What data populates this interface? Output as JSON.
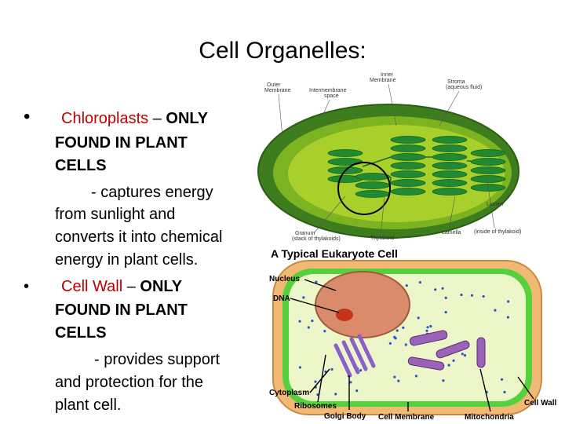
{
  "slide": {
    "title": "Cell Organelles:",
    "bullets": [
      {
        "term": "Chloroplasts",
        "dash": " – ",
        "qualifier_first": "ONLY",
        "qualifier_lines": [
          "FOUND IN PLANT",
          "CELLS"
        ],
        "description_lines": [
          "- captures energy",
          "from sunlight and",
          "converts it into chemical",
          "energy in plant cells."
        ]
      },
      {
        "term": "Cell Wall",
        "dash": " – ",
        "qualifier_first": "ONLY",
        "qualifier_lines": [
          "FOUND IN PLANT",
          "CELLS"
        ],
        "description_lines": [
          "- provides support",
          "and protection for the",
          "plant cell."
        ]
      }
    ]
  },
  "chloroplast_figure": {
    "labels": {
      "inner_membrane": [
        "Inner",
        "Membrane"
      ],
      "outer_membrane": [
        "Outer",
        "Membrane"
      ],
      "intermembrane_space": [
        "Intermembrane",
        "space"
      ],
      "stroma": [
        "Stroma",
        "(aqueous fluid)"
      ],
      "granum": [
        "Granum",
        "(stack of thylakoids)"
      ],
      "thylakoid": "Thylakoid",
      "lamella": "Lamella",
      "lumen": [
        "Lumen",
        "(inside of thylakoid)"
      ]
    },
    "colors": {
      "outer": "#3e7d1e",
      "stroma": "#a9cf2a",
      "grana": "#1f8a32"
    }
  },
  "cell_figure": {
    "title": "A Typical Eukaryote Cell",
    "labels": {
      "nucleus": "Nucleus",
      "dna": "DNA",
      "cytoplasm": "Cytoplasm",
      "ribosomes": "Ribosomes",
      "golgi_body": "Golgi Body",
      "cell_membrane": "Cell Membrane",
      "mitochondria": "Mitochondria",
      "cell_wall": "Cell Wall"
    },
    "colors": {
      "wall": "#f2b974",
      "membrane": "#55d13c",
      "cytoplasm": "#ecf6c8",
      "nucleus": "#d98b6c",
      "golgi": "#8b5fc9",
      "ribosome": "#2a54c8"
    }
  }
}
